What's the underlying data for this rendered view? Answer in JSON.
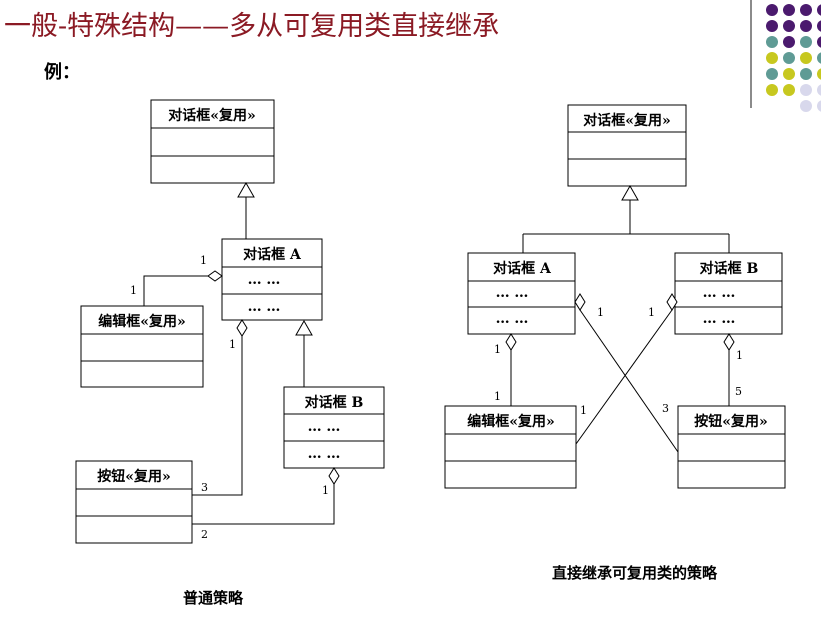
{
  "slide": {
    "title": "一般-特殊结构——多从可复用类直接继承",
    "example_label": "例：",
    "caption_left": "普通策略",
    "caption_right": "直接继承可复用类的策略"
  },
  "colors": {
    "title": "#8b1a24",
    "dot_purple": "#4b1a6e",
    "dot_teal": "#5f9b95",
    "dot_yellow": "#c7c81f",
    "dot_lavender": "#d8d8ec"
  },
  "diagram": {
    "left": {
      "classes": {
        "dialog_reuse": {
          "name": "对话框«复用»",
          "attrs": [
            ""
          ],
          "ops": [
            ""
          ]
        },
        "dialog_a": {
          "name": "对话框 A",
          "attrs": [
            "… …"
          ],
          "ops": [
            "… …"
          ]
        },
        "editbox": {
          "name": "编辑框«复用»",
          "attrs": [
            ""
          ],
          "ops": [
            ""
          ]
        },
        "dialog_b": {
          "name": "对话框 B",
          "attrs": [
            "… …"
          ],
          "ops": [
            "… …"
          ]
        },
        "button": {
          "name": "按钮«复用»",
          "attrs": [
            ""
          ],
          "ops": [
            ""
          ]
        }
      },
      "multiplicities": {
        "a_edit_whole": "1",
        "a_edit_part": "1",
        "a_button_whole": "1",
        "a_button_part": "3",
        "b_button_whole": "1",
        "b_button_part": "2"
      }
    },
    "right": {
      "classes": {
        "dialog_reuse": {
          "name": "对话框«复用»",
          "attrs": [
            ""
          ],
          "ops": [
            ""
          ]
        },
        "dialog_a": {
          "name": "对话框 A",
          "attrs": [
            "… …"
          ],
          "ops": [
            "… …"
          ]
        },
        "dialog_b": {
          "name": "对话框 B",
          "attrs": [
            "… …"
          ],
          "ops": [
            "… …"
          ]
        },
        "editbox": {
          "name": "编辑框«复用»",
          "attrs": [
            ""
          ],
          "ops": [
            ""
          ]
        },
        "button": {
          "name": "按钮«复用»",
          "attrs": [
            ""
          ],
          "ops": [
            ""
          ]
        }
      },
      "multiplicities": {
        "a_edit_whole": "1",
        "a_edit_part": "1",
        "a_button_whole": "1",
        "a_button_part": "3",
        "b_edit_whole": "1",
        "b_edit_part": "1",
        "b_button_whole": "1",
        "b_button_part": "5"
      }
    }
  }
}
